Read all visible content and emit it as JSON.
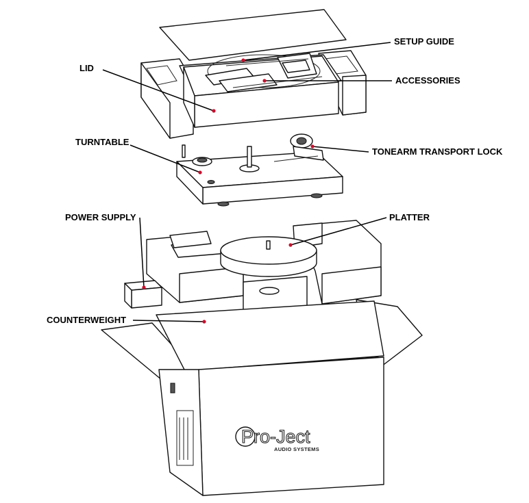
{
  "labels": {
    "setup_guide": "SETUP GUIDE",
    "lid": "LID",
    "accessories": "ACCESSORIES",
    "turntable": "TURNTABLE",
    "tonearm_transport_lock": "TONEARM TRANSPORT LOCK",
    "power_supply": "POWER SUPPLY",
    "platter": "PLATTER",
    "counterweight": "COUNTERWEIGHT"
  },
  "box": {
    "brand": "Pro-Ject",
    "brand_sub": "AUDIO SYSTEMS"
  },
  "colors": {
    "marker_dot": "#c8102e",
    "line_art": "#111111",
    "background": "#ffffff"
  }
}
